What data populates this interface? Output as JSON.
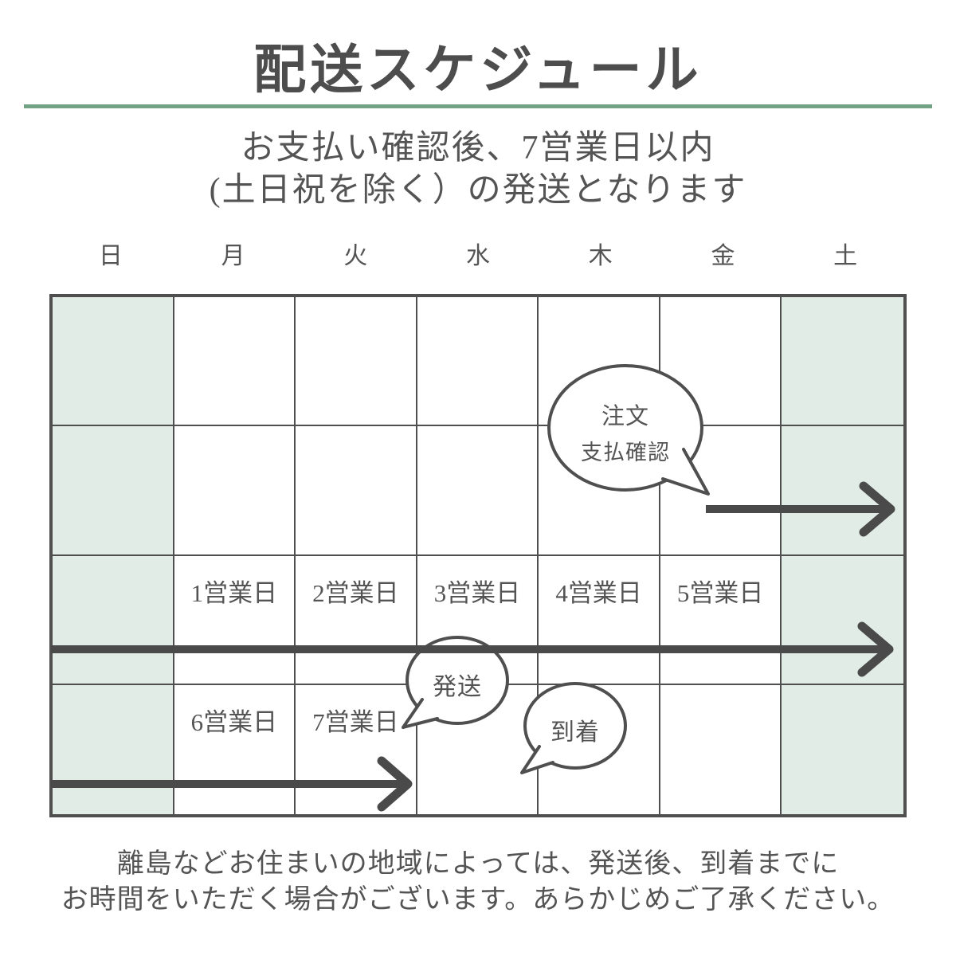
{
  "page": {
    "title": "配送スケジュール"
  },
  "subtitle": {
    "line1": "お支払い確認後、7営業日以内",
    "line2": "(土日祝を除く）の発送となります"
  },
  "weekdays": [
    "日",
    "月",
    "火",
    "水",
    "木",
    "金",
    "土"
  ],
  "weekend_columns": [
    0,
    6
  ],
  "schedule_rows": [
    [
      "",
      "",
      "",
      "",
      "",
      "",
      ""
    ],
    [
      "",
      "",
      "",
      "",
      "",
      "",
      ""
    ],
    [
      "",
      "1営業日",
      "2営業日",
      "3営業日",
      "4営業日",
      "5営業日",
      ""
    ],
    [
      "",
      "6営業日",
      "7営業日",
      "",
      "",
      "",
      ""
    ]
  ],
  "bubbles": {
    "order": {
      "line1": "注文",
      "line2": "支払確認"
    },
    "ship": {
      "label": "発送"
    },
    "arrive": {
      "label": "到着"
    }
  },
  "footer": {
    "line1": "離島などお住まいの地域によっては、発送後、到着までに",
    "line2": "お時間をいただく場合がございます。あらかじめご了承ください。"
  },
  "colors": {
    "ink": "#4f4f4f",
    "arrow": "#4a4a4a",
    "weekend_fill": "#e2ece6",
    "divider_green": "#74a284"
  }
}
